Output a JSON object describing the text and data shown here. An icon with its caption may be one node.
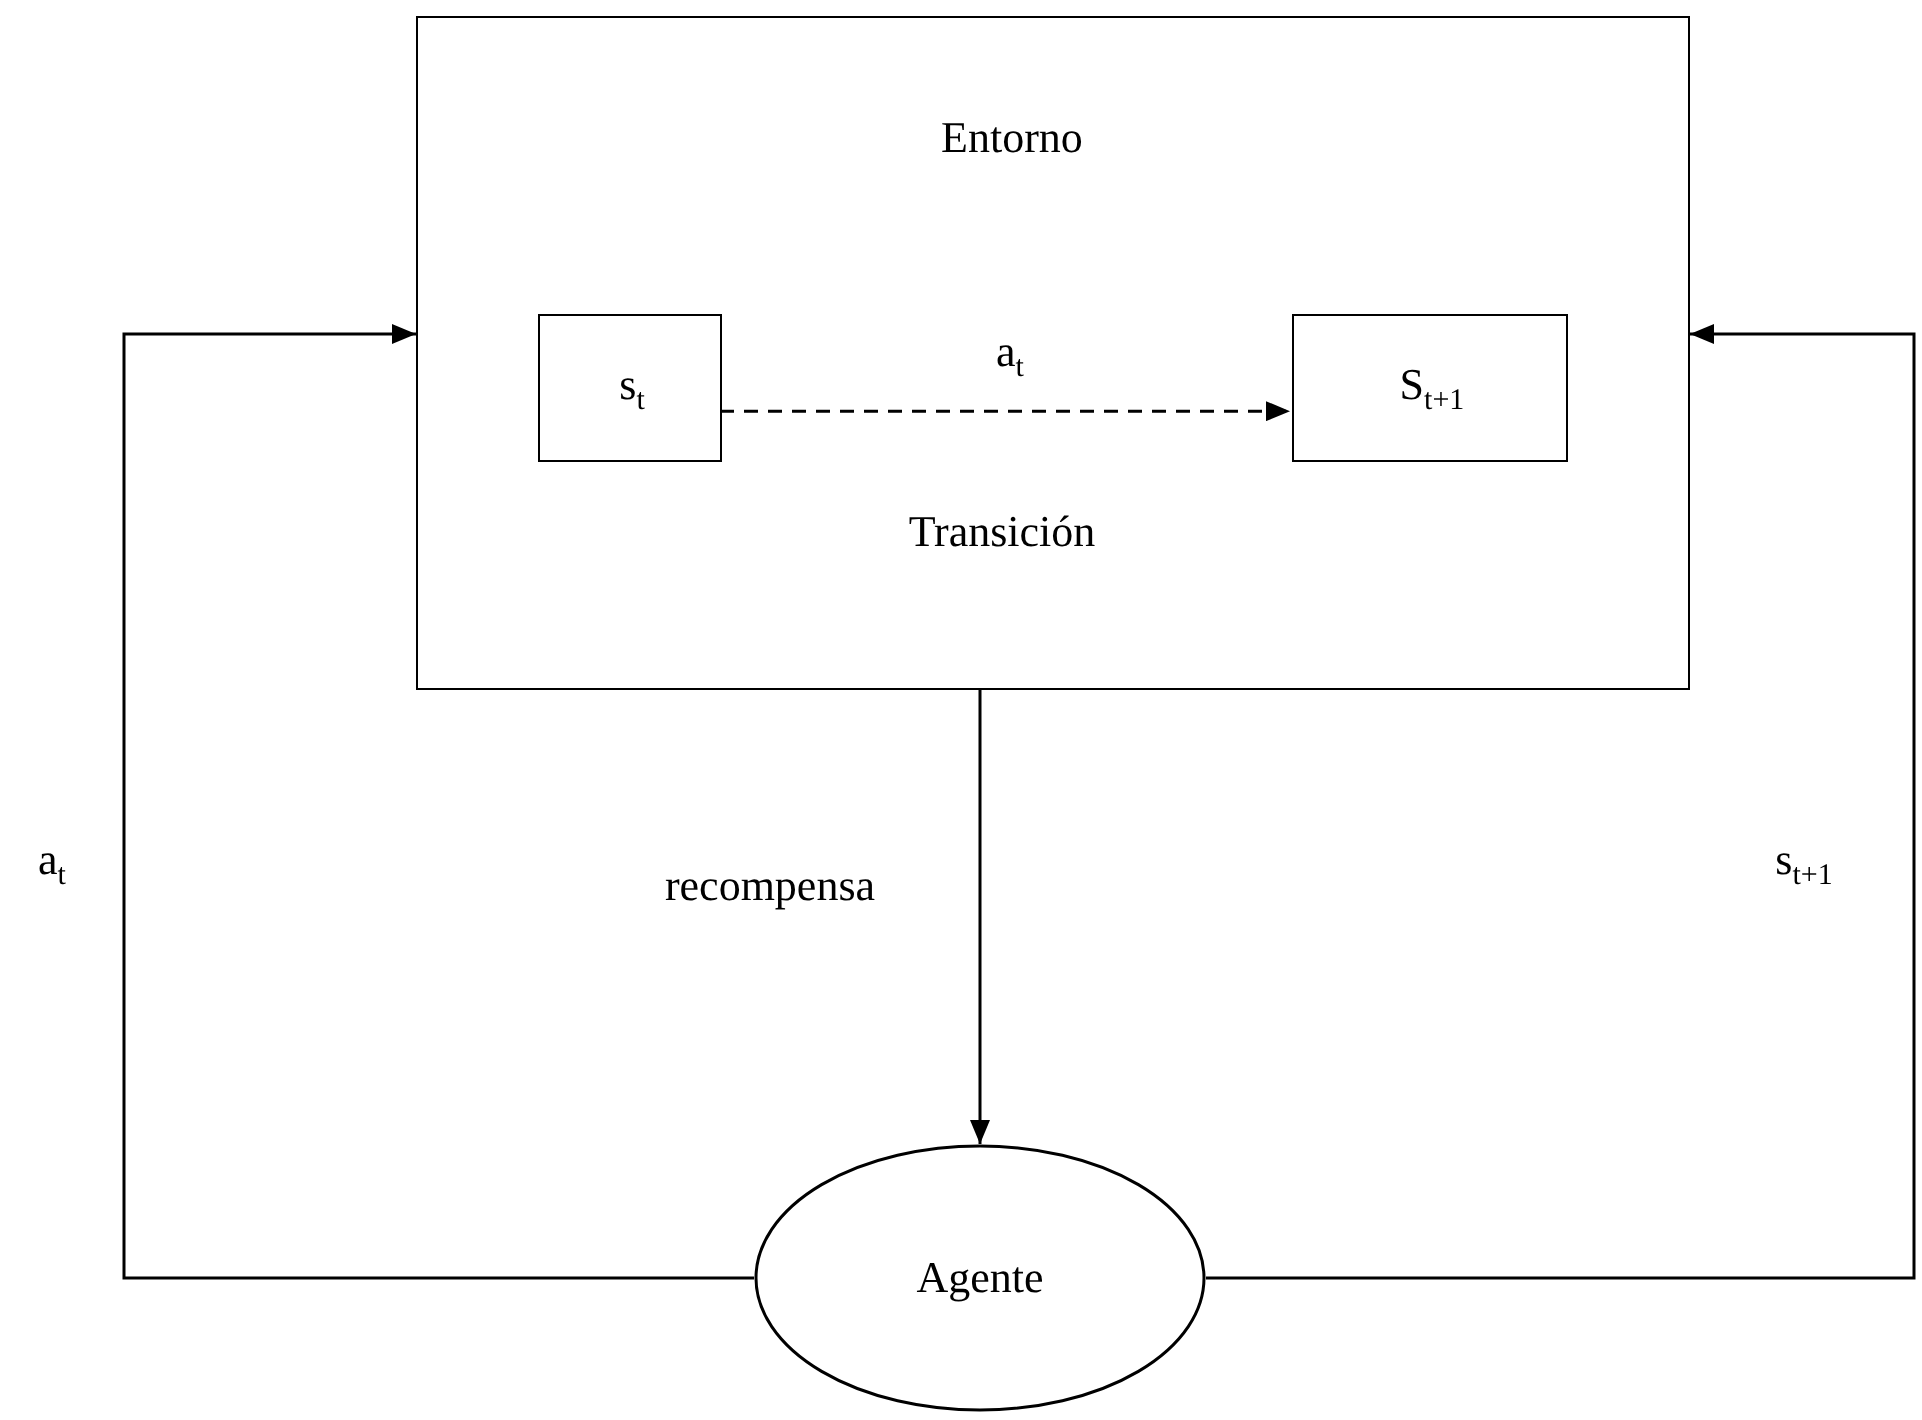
{
  "diagram": {
    "nodes": [
      {
        "text": [
          "Entorno",
          "Transición"
        ]
      },
      {
        "text": [
          "s$_{t}$"
        ],
        "in": 0
      },
      {
        "text": [
          "S$_{t+1}$"
        ],
        "in": 0
      },
      {
        "text": [
          "Agente"
        ]
      }
    ],
    "edges": [
      {
        "from": 1,
        "to": 2,
        "arrow": "to",
        "style": "dashed",
        "label": "a$_{t}$"
      },
      {
        "from": 0,
        "to": 3,
        "arrow": "to",
        "label": "recompensa"
      },
      {
        "from": 3,
        "to": 0,
        "arrow": "to",
        "label": "a$_{t}$"
      },
      {
        "from": 3,
        "to": 0,
        "arrow": "to",
        "label": "s$_{t+1}$"
      }
    ]
  }
}
